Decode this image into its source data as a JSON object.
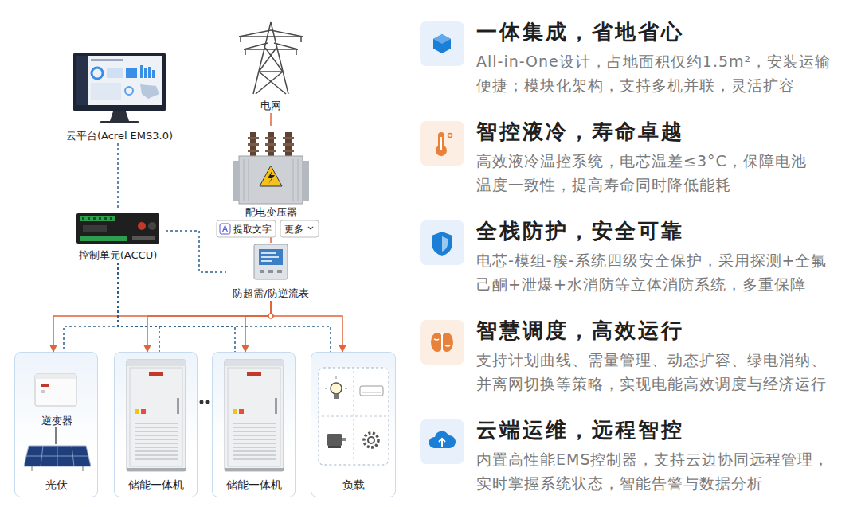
{
  "diagram": {
    "nodes": [
      {
        "text": [
          "云平台(Acrel EMS3.0)"
        ]
      },
      {
        "text": [
          "电网"
        ]
      },
      {
        "text": [
          "配电变压器"
        ]
      },
      {
        "text": [
          "控制单元(ACCU)"
        ]
      },
      {
        "text": [
          "防超需/防逆流表"
        ]
      },
      {
        "text": [
          "光伏"
        ]
      },
      {
        "text": [
          "逆变器"
        ],
        "in": 5
      },
      {
        "text": [
          "储能一体机"
        ]
      },
      {
        "text": [
          "储能一体机"
        ]
      },
      {
        "text": [
          "负载"
        ]
      },
      {
        "text": [
          "一体集成，省地省心",
          "All-in-One设计，占地面积仅约1.5m²，安装运输 便捷；模块化架构，支持多机并联，灵活扩容"
        ]
      },
      {
        "text": [
          "智控液冷，寿命卓越",
          "高效液冷温控系统，电芯温差≤3°C，保障电池 温度一致性，提高寿命同时降低能耗"
        ]
      },
      {
        "text": [
          "全栈防护，安全可靠",
          "电芯-模组-簇-系统四级安全保护，采用探测+全氟 己酮+泄爆+水消防等立体消防系统，多重保障"
        ]
      },
      {
        "text": [
          "智慧调度，高效运行",
          "支持计划曲线、需量管理、动态扩容、绿电消纳、 并离网切换等策略，实现电能高效调度与经济运行"
        ]
      },
      {
        "text": [
          "云端运维，远程智控",
          "内置高性能EMS控制器，支持云边协同远程管理， 实时掌握系统状态，智能告警与数据分析"
        ]
      }
    ],
    "edges": [
      {
        "from": 1,
        "to": 2,
        "arrow": "none"
      },
      {
        "from": 2,
        "to": 4,
        "arrow": "none"
      },
      {
        "from": 0,
        "to": 3,
        "arrow": "none"
      },
      {
        "from": 3,
        "to": 4,
        "arrow": "none"
      },
      {
        "from": 4,
        "to": 5,
        "arrow": "to"
      },
      {
        "from": 4,
        "to": 7,
        "arrow": "to"
      },
      {
        "from": 4,
        "to": 8,
        "arrow": "to"
      },
      {
        "from": 4,
        "to": 9,
        "arrow": "to"
      },
      {
        "from": 3,
        "to": 5,
        "arrow": "none"
      },
      {
        "from": 3,
        "to": 7,
        "arrow": "none"
      },
      {
        "from": 3,
        "to": 8,
        "arrow": "none"
      },
      {
        "from": 3,
        "to": 9,
        "arrow": "none"
      }
    ],
    "labels": [
      "提取文字",
      "更多"
    ]
  }
}
